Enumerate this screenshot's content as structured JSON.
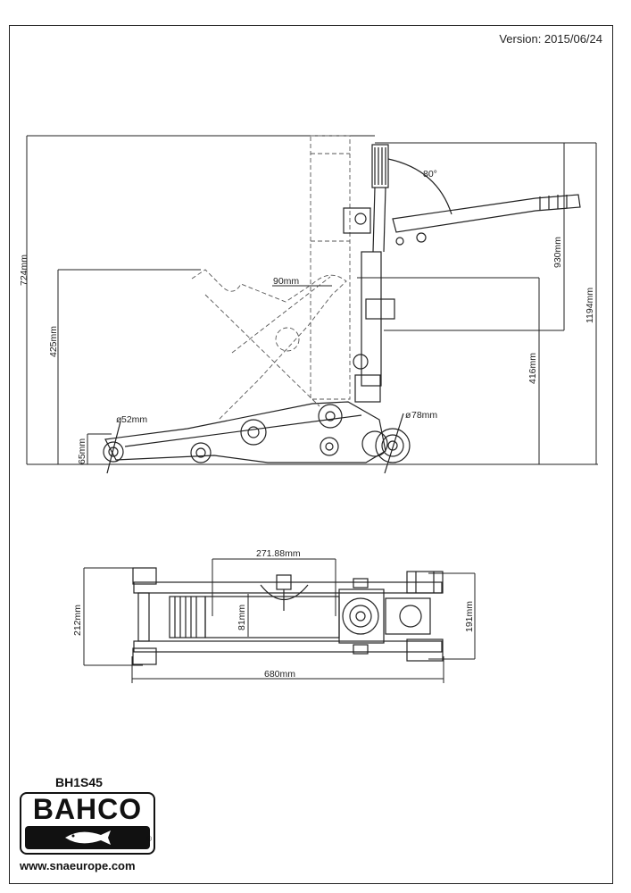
{
  "header": {
    "version": "Version: 2015/06/24"
  },
  "side_view": {
    "dim_height_max": "724mm",
    "dim_height_425": "425mm",
    "dim_height_65": "65mm",
    "dim_wheel_front": "52mm",
    "dim_wheel_rear": "78mm",
    "dim_90": "90mm",
    "dim_416": "416mm",
    "dim_930": "930mm",
    "dim_1194": "1194mm",
    "angle": "80°"
  },
  "top_view": {
    "dim_271": "271.88mm",
    "dim_212": "212mm",
    "dim_81": "81mm",
    "dim_191": "191mm",
    "dim_680": "680mm"
  },
  "footer": {
    "model": "BH1S45",
    "brand": "BAHCO",
    "website": "www.snaeurope.com"
  },
  "colors": {
    "line": "#222222",
    "hidden": "#555555",
    "background": "#ffffff"
  }
}
